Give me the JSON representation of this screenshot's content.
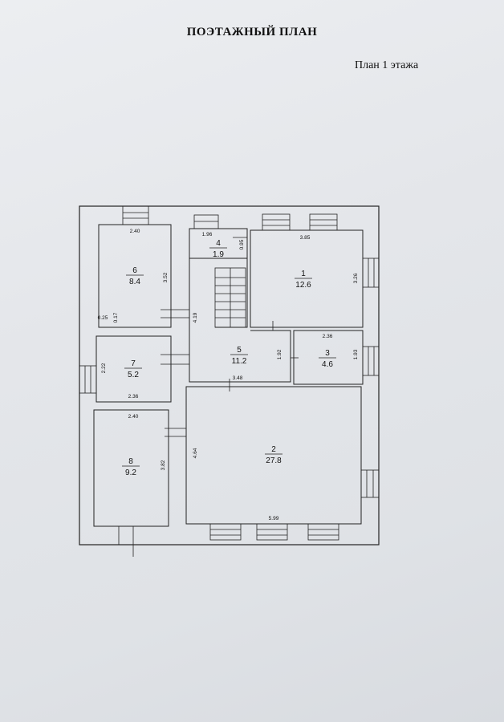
{
  "header": {
    "title": "ПОЭТАЖНЫЙ ПЛАН",
    "subtitle": "План 1 этажа"
  },
  "rooms": [
    {
      "number": "1",
      "area": "12.6"
    },
    {
      "number": "2",
      "area": "27.8"
    },
    {
      "number": "3",
      "area": "4.6"
    },
    {
      "number": "4",
      "area": "1.9"
    },
    {
      "number": "5",
      "area": "11.2"
    },
    {
      "number": "6",
      "area": "8.4"
    },
    {
      "number": "7",
      "area": "5.2"
    },
    {
      "number": "8",
      "area": "9.2"
    }
  ],
  "dimensions": {
    "r6_width": "2.40",
    "r6_height": "3.52",
    "r6_small_a": "0.25",
    "r6_small_b": "0.17",
    "r4_width": "1.96",
    "r4_height": "0.95",
    "r1_width": "3.85",
    "r1_height": "3.26",
    "r3_width": "2.36",
    "r3_height": "1.93",
    "r5_height_a": "4.19",
    "r5_height_b": "1.92",
    "r5_width": "3.48",
    "r7_height": "2.22",
    "r7_width": "2.36",
    "r8_width": "2.40",
    "r8_height": "3.82",
    "r2_height": "4.64",
    "r2_width": "5.99"
  },
  "colors": {
    "line": "#222222",
    "paper": "#e6e8eb"
  }
}
